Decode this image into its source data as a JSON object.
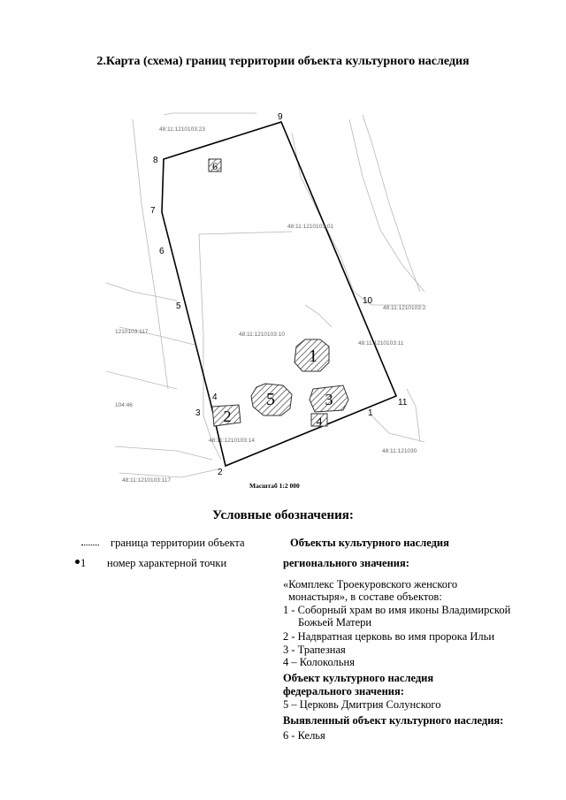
{
  "title": "2.Карта (схема) границ территории объекта культурного наследия",
  "map": {
    "scale": "Масштаб 1:2 000",
    "cadastral": [
      "48:11:1210103:23",
      "48:11:1210103:01",
      "48:11:1210103:2",
      "48:11:1210103:10",
      "48:11:1210103:11",
      "48:11:1210103:14",
      "48:11:121030",
      "1210103:117",
      "104:46",
      "48:11:1210103:117"
    ],
    "points": [
      "1",
      "2",
      "3",
      "4",
      "5",
      "6",
      "7",
      "8",
      "9",
      "10",
      "11"
    ],
    "objects": [
      "1",
      "2",
      "3",
      "4",
      "5",
      "6"
    ]
  },
  "legend": {
    "title": "Условные обозначения:",
    "boundary_label": "граница территории объекта",
    "point_symbol": "1",
    "point_label": "номер характерной точки",
    "heritage_title": "Объекты культурного наследия",
    "regional_title": "регионального значения:",
    "complex_line1": "«Комплекс Троекуровского женского",
    "complex_line2": "монастыря», в составе объектов:",
    "item1_line1": "1 - Соборный храм во имя иконы  Владимирской",
    "item1_line2": "Божьей Матери",
    "item2": "2 - Надвратная церковь во имя пророка Ильи",
    "item3": "3 - Трапезная",
    "item4": "4 – Колокольня",
    "federal_line1": "Объект культурного наследия",
    "federal_line2": "федерального  значения:",
    "item5": "5 – Церковь Дмитрия Солунского",
    "identified_title": "Выявленный объект культурного наследия:",
    "item6": "6 - Келья"
  }
}
